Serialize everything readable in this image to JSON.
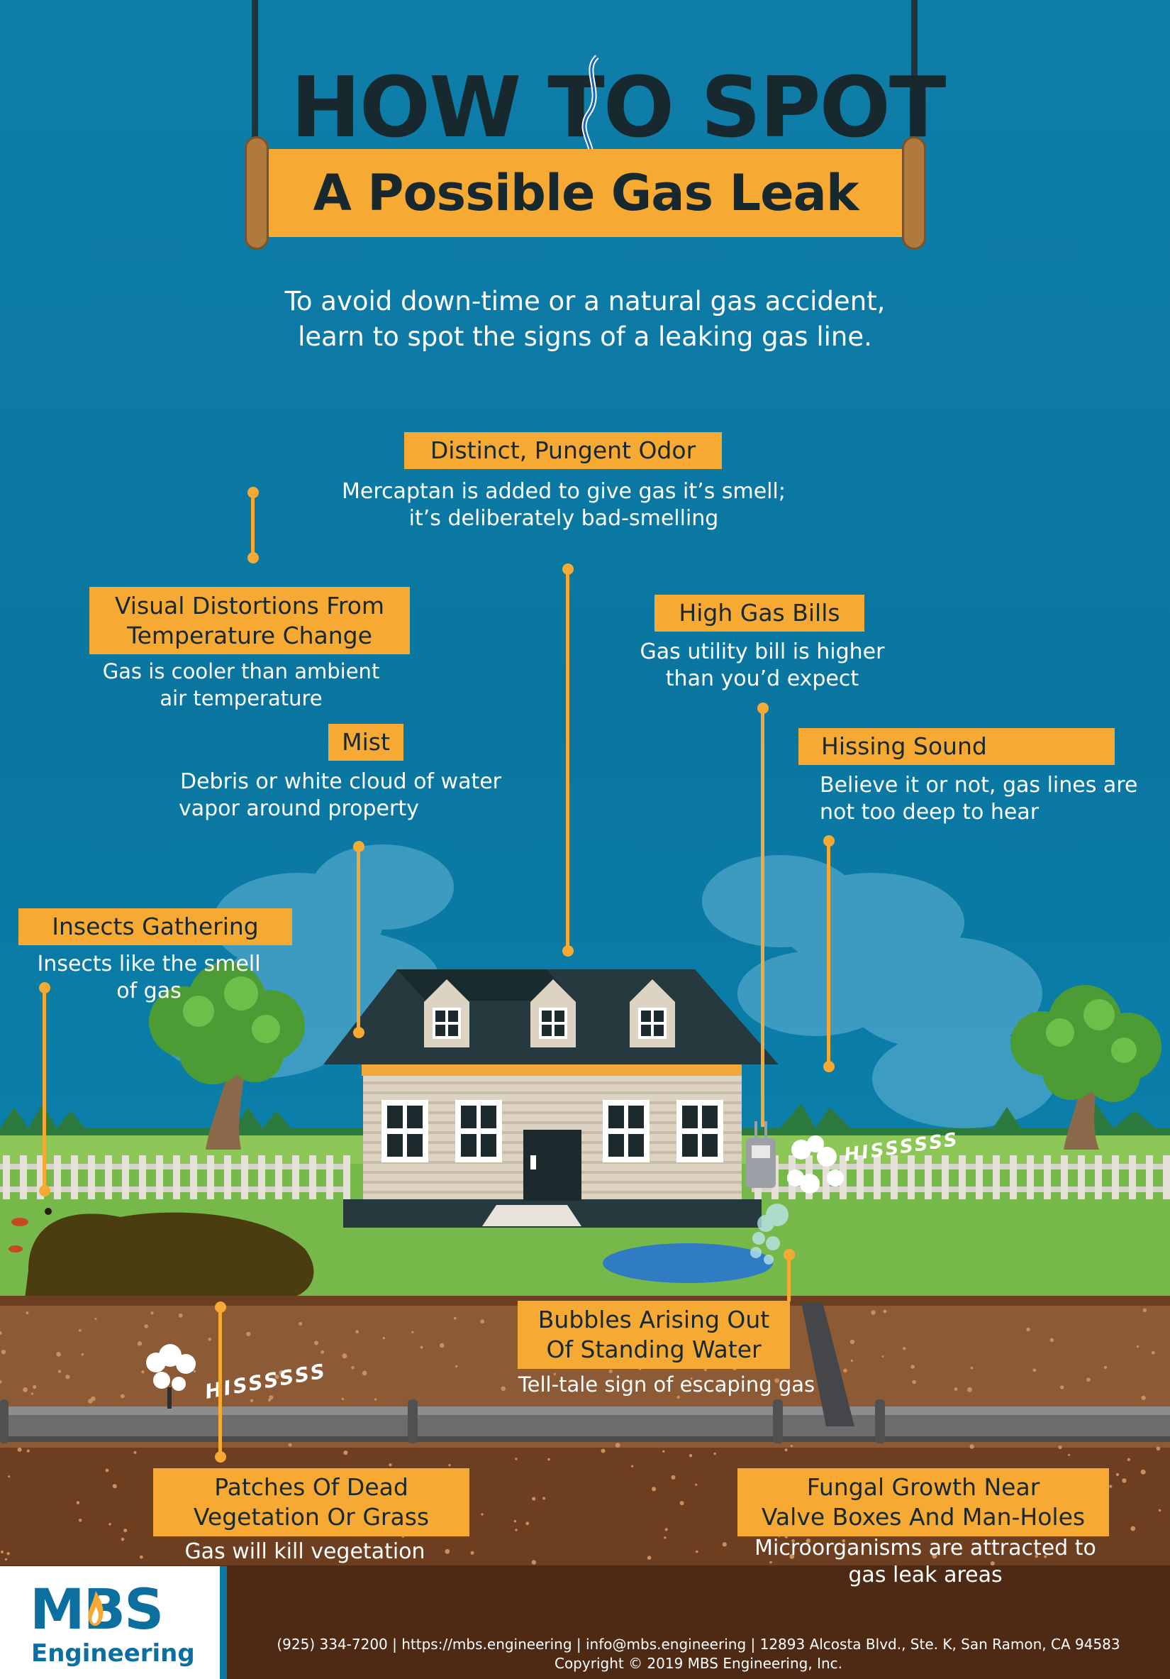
{
  "header": {
    "title": "HOW TO SPOT",
    "subtitle": "A Possible Gas Leak",
    "intro_line1": "To avoid down-time or a natural gas accident,",
    "intro_line2": "learn to spot the signs of a  leaking gas line."
  },
  "signs": {
    "odor": {
      "title": "Distinct, Pungent Odor",
      "desc1": "Mercaptan is added to give gas it’s smell;",
      "desc2": "it’s deliberately bad-smelling"
    },
    "visual": {
      "title1": "Visual Distortions From",
      "title2": "Temperature Change",
      "desc1": "Gas is cooler than ambient",
      "desc2": "air temperature"
    },
    "bills": {
      "title": "High Gas Bills",
      "desc1": "Gas utility bill is higher",
      "desc2": "than you’d expect"
    },
    "mist": {
      "title": "Mist",
      "desc1": "Debris or white cloud of water",
      "desc2": "vapor around property"
    },
    "hissing": {
      "title": "Hissing Sound",
      "desc1": "Believe it or not, gas lines are",
      "desc2": "not too deep to hear"
    },
    "insects": {
      "title": "Insects Gathering",
      "desc1": "Insects like the smell",
      "desc2": "of gas"
    },
    "bubbles": {
      "title1": "Bubbles Arising Out",
      "title2": "Of Standing Water",
      "desc1": "Tell-tale sign of escaping gas"
    },
    "vegetation": {
      "title1": "Patches Of Dead",
      "title2": "Vegetation Or Grass",
      "desc1": "Gas will kill vegetation"
    },
    "fungal": {
      "title1": "Fungal Growth Near",
      "title2": "Valve Boxes And Man-Holes",
      "desc1": "Microorganisms are attracted to",
      "desc2": "gas leak areas"
    }
  },
  "scene": {
    "hiss_text": "HISSSSSS",
    "hiss_text_underground": "HISSSSSS"
  },
  "footer": {
    "logo_main": "MBS",
    "logo_sub": "Engineering",
    "contact": "(925) 334-7200 | https://mbs.engineering | info@mbs.engineering | 12893 Alcosta Blvd., Ste. K, San Ramon, CA 94583",
    "copyright": "Copyright © 2019 MBS Engineering, Inc."
  },
  "colors": {
    "sky": "#0b78a4",
    "accent": "#f7aa33",
    "dark": "#17292f",
    "grass": "#77b84a",
    "soil": "#8c5a34",
    "logo_blue": "#0c6fa0"
  }
}
